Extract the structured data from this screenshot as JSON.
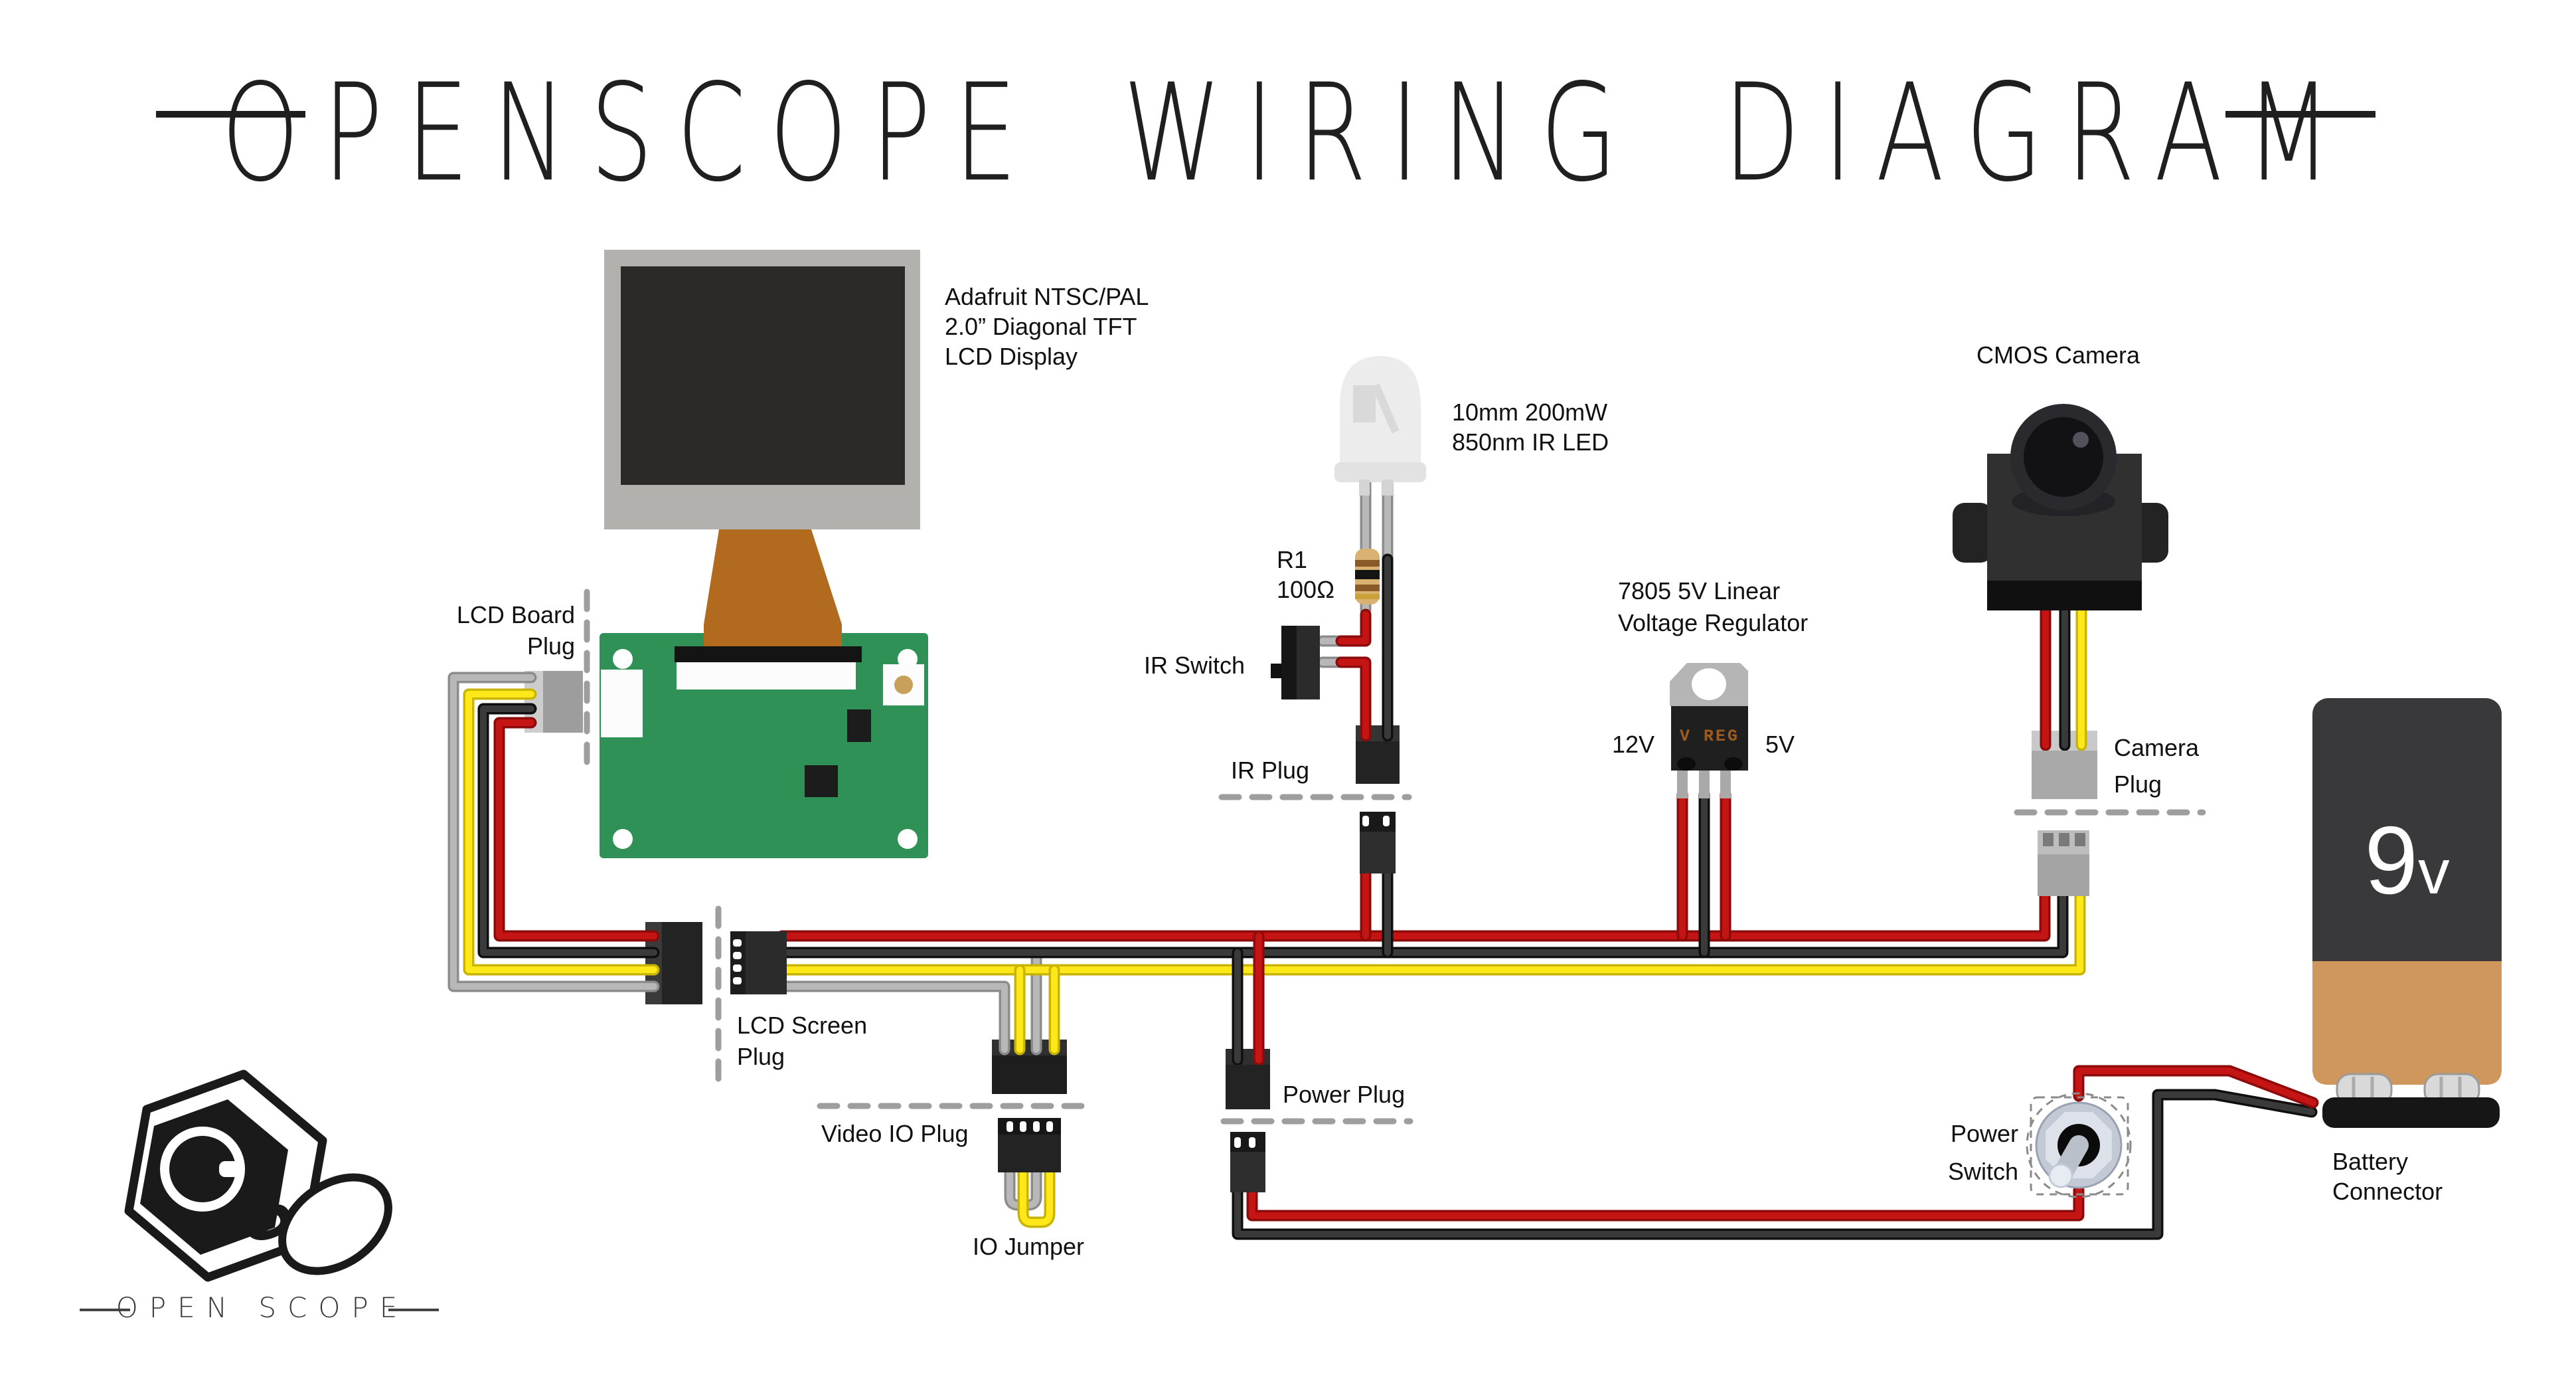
{
  "title": "OPENSCOPE WIRING DIAGRAM",
  "labels": {
    "lcd_display_1": "Adafruit NTSC/PAL",
    "lcd_display_2": "2.0” Diagonal TFT",
    "lcd_display_3": "LCD Display",
    "lcd_board_plug_1": "LCD Board",
    "lcd_board_plug_2": "Plug",
    "lcd_screen_plug_1": "LCD Screen",
    "lcd_screen_plug_2": "Plug",
    "video_io_plug": "Video IO Plug",
    "io_jumper": "IO Jumper",
    "ir_led_1": "10mm 200mW",
    "ir_led_2": "850nm IR LED",
    "resistor_1": "R1",
    "resistor_2": "100Ω",
    "ir_switch": "IR Switch",
    "ir_plug": "IR Plug",
    "regulator_1": "7805 5V Linear",
    "regulator_2": "Voltage Regulator",
    "regulator_input": "12V",
    "regulator_output": "5V",
    "regulator_chip": "V REG",
    "cmos_camera": "CMOS Camera",
    "camera_plug_1": "Camera",
    "camera_plug_2": "Plug",
    "power_plug": "Power Plug",
    "power_switch_1": "Power",
    "power_switch_2": "Switch",
    "battery_digit": "9",
    "battery_unit": "v",
    "battery_connector_1": "Battery",
    "battery_connector_2": "Connector",
    "logo_text": "OPEN SCOPE"
  },
  "colors": {
    "background": "#ffffff",
    "wire_red": "#c41414",
    "wire_black": "#333333",
    "wire_yellow": "#ffe81a",
    "wire_gray": "#b8b8b8",
    "pcb_green": "#2f9155",
    "ribbon_brown": "#b26a1e",
    "lcd_bezel": "#b3b1ae",
    "lcd_screen": "#2b2a28",
    "battery_body": "#39393c",
    "battery_band": "#cf975b",
    "led_body": "#ececec",
    "regulator_text": "#a05c1e"
  }
}
